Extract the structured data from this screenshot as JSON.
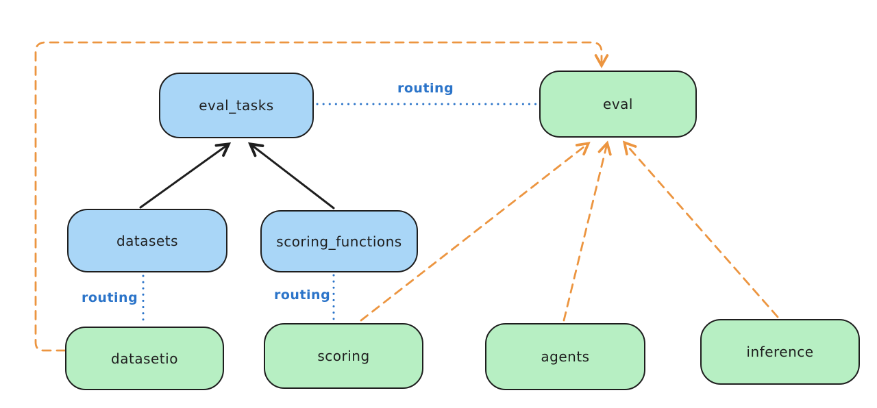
{
  "diagram": {
    "nodes": [
      {
        "id": "eval_tasks",
        "label": "eval_tasks",
        "kind": "resource",
        "fill": "blue"
      },
      {
        "id": "eval",
        "label": "eval",
        "kind": "api",
        "fill": "green"
      },
      {
        "id": "datasets",
        "label": "datasets",
        "kind": "resource",
        "fill": "blue"
      },
      {
        "id": "scoring_functions",
        "label": "scoring_functions",
        "kind": "resource",
        "fill": "blue"
      },
      {
        "id": "datasetio",
        "label": "datasetio",
        "kind": "api",
        "fill": "green"
      },
      {
        "id": "scoring",
        "label": "scoring",
        "kind": "api",
        "fill": "green"
      },
      {
        "id": "agents",
        "label": "agents",
        "kind": "api",
        "fill": "green"
      },
      {
        "id": "inference",
        "label": "inference",
        "kind": "api",
        "fill": "green"
      }
    ],
    "edges": [
      {
        "from": "datasets",
        "to": "eval_tasks",
        "style": "solid",
        "color": "black"
      },
      {
        "from": "scoring_functions",
        "to": "eval_tasks",
        "style": "solid",
        "color": "black"
      },
      {
        "from": "eval_tasks",
        "to": "eval",
        "style": "dotted",
        "color": "blue",
        "label": "routing"
      },
      {
        "from": "datasets",
        "to": "datasetio",
        "style": "dotted",
        "color": "blue",
        "label": "routing"
      },
      {
        "from": "scoring_functions",
        "to": "scoring",
        "style": "dotted",
        "color": "blue",
        "label": "routing"
      },
      {
        "from": "datasetio",
        "to": "eval",
        "style": "dashed",
        "color": "orange"
      },
      {
        "from": "scoring",
        "to": "eval",
        "style": "dashed",
        "color": "orange"
      },
      {
        "from": "agents",
        "to": "eval",
        "style": "dashed",
        "color": "orange"
      },
      {
        "from": "inference",
        "to": "eval",
        "style": "dashed",
        "color": "orange"
      }
    ],
    "colors": {
      "node_blue_fill": "#a9d6f7",
      "node_green_fill": "#b7efc3",
      "node_stroke": "#1e1e1e",
      "edge_black": "#1e1e1e",
      "edge_blue": "#2b74c9",
      "edge_orange": "#ec9540",
      "background": "#ffffff"
    }
  }
}
